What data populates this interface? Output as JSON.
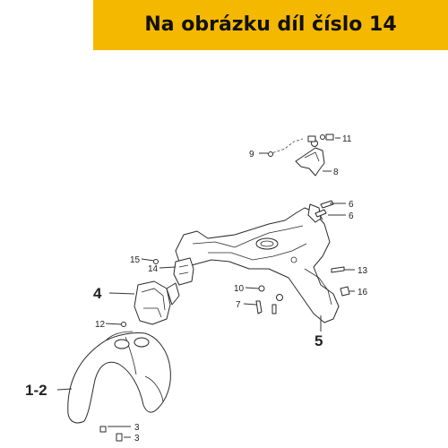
{
  "banner": {
    "title": "Na obrázku díl číslo 14",
    "background": "#f5b800"
  },
  "callouts": {
    "c1": "9",
    "c2": "11",
    "c3": "8",
    "c4": "6",
    "c5": "6",
    "c6": "15",
    "c7": "14",
    "c8": "13",
    "c9": "4",
    "c10": "10",
    "c11": "16",
    "c12": "7",
    "c13": "12",
    "c14": "5",
    "c15": "1-2",
    "c16": "3",
    "c17": "3"
  }
}
